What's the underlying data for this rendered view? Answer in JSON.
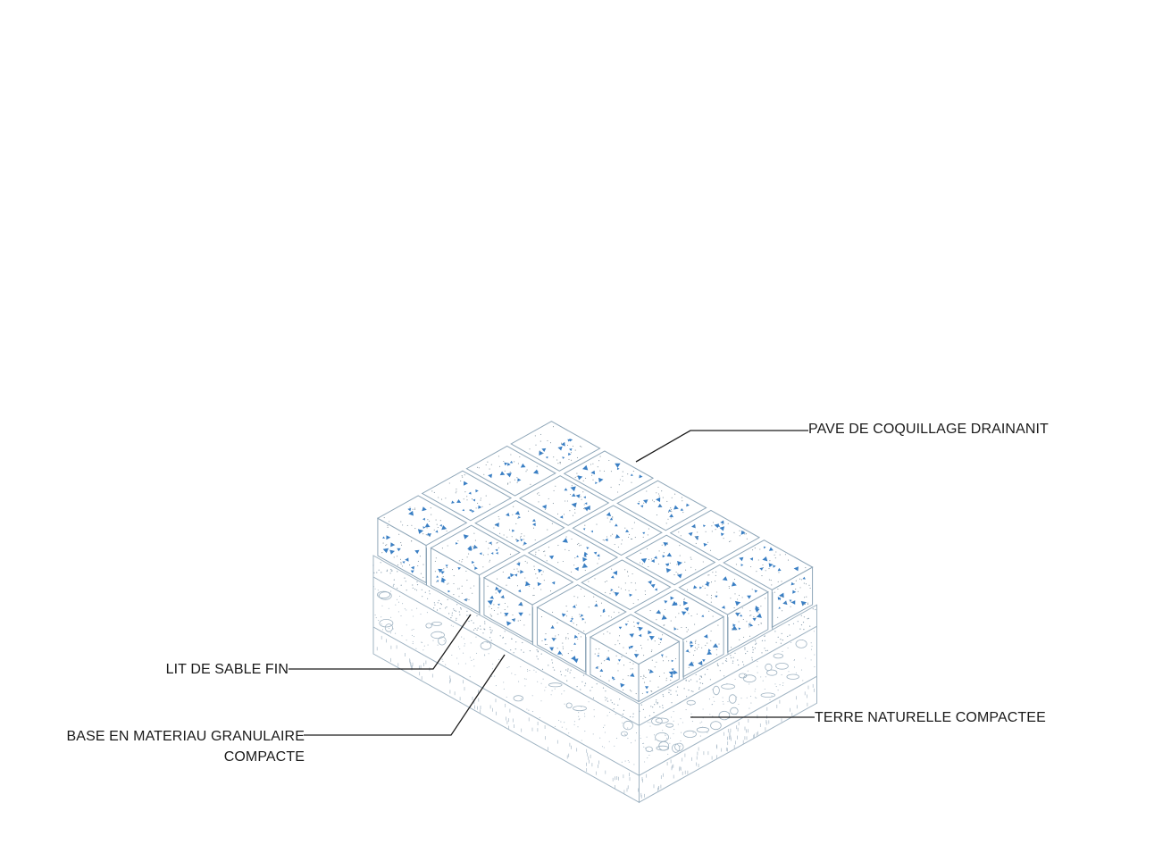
{
  "diagram": {
    "labels": {
      "paver": "PAVE DE COQUILLAGE DRAINANIT",
      "sand_bed": "LIT DE SABLE FIN",
      "base_line1": "BASE EN MATERIAU GRANULAIRE",
      "base_line2": "COMPACTE",
      "subgrade": "TERRE NATURELLE COMPACTEE"
    },
    "colors": {
      "line": "#9fb3c2",
      "paver_stroke": "#8ea6b8",
      "aggregate": "#3a7fc4",
      "leader": "#1a1a1a"
    }
  }
}
